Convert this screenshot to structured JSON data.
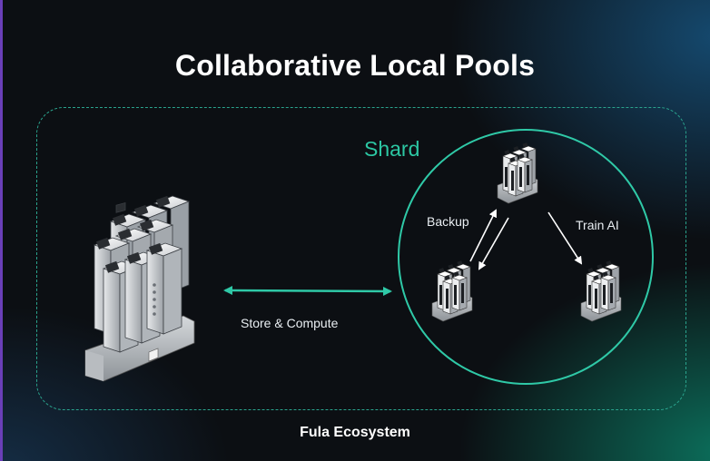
{
  "title": "Collaborative Local Pools",
  "shard_label": "Shard",
  "edges": {
    "store_compute": "Store & Compute",
    "backup": "Backup",
    "train_ai": "Train AI"
  },
  "footer": "Fula Ecosystem",
  "colors": {
    "accent": "#2fc9a7",
    "dashed_border": "#2aa38d",
    "title_text": "#ffffff",
    "background": "#0c0f13"
  },
  "icons": [
    "server-cluster-icon",
    "storage-node-icon"
  ]
}
